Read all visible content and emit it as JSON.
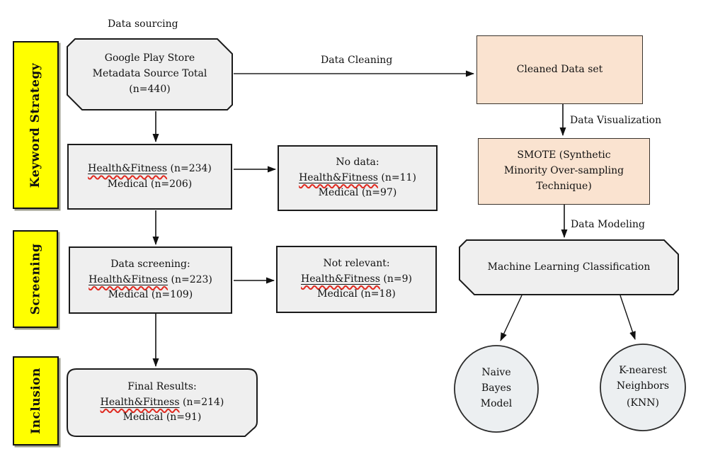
{
  "labels": {
    "data_sourcing": "Data sourcing",
    "data_cleaning": "Data Cleaning",
    "data_visualization": "Data Visualization",
    "data_modeling": "Data Modeling"
  },
  "stages": {
    "keyword_strategy": "Keyword Strategy",
    "screening": "Screening",
    "inclusion": "Inclusion"
  },
  "boxes": {
    "google_play": {
      "line1": "Google Play Store",
      "line2": "Metadata Source Total",
      "line3": "(n=440)"
    },
    "keyword_counts": {
      "underlined": "Health&Fitness",
      "rest": " (n=234)",
      "line2": "Medical (n=206)"
    },
    "no_data": {
      "title": "No data:",
      "underlined": "Health&Fitness",
      "rest": " (n=11)",
      "line3": "Medical (n=97)"
    },
    "data_screening": {
      "title": "Data screening:",
      "underlined": "Health&Fitness",
      "rest": " (n=223)",
      "line3": "Medical (n=109)"
    },
    "not_relevant": {
      "title": "Not relevant:",
      "underlined": "Health&Fitness",
      "rest": " (n=9)",
      "line3": "Medical (n=18)"
    },
    "final_results": {
      "title": "Final Results:",
      "underlined": "Health&Fitness",
      "rest": " (n=214)",
      "line3": "Medical (n=91)"
    },
    "cleaned_data": {
      "label": "Cleaned Data set"
    },
    "smote": {
      "line1": "SMOTE (Synthetic",
      "line2": "Minority Over-sampling",
      "line3": "Technique)"
    },
    "ml_classification": {
      "label": "Machine Learning Classification"
    }
  },
  "nodes": {
    "naive_bayes": {
      "line1": "Naive",
      "line2": "Bayes",
      "line3": "Model"
    },
    "knn": {
      "line1": "K-nearest",
      "line2": "Neighbors",
      "line3": "(KNN)"
    }
  },
  "colors": {
    "stage_yellow": "#ffff00",
    "process_gray": "#efefef",
    "data_peach": "#fae3d0",
    "model_circle": "#eceff1",
    "spellcheck_red": "#e02a20",
    "line_black": "#1b1b1b"
  }
}
